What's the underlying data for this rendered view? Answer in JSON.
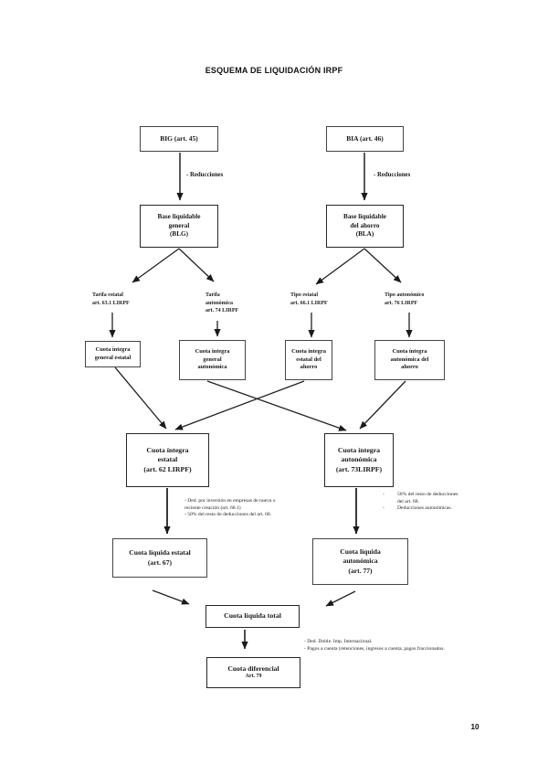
{
  "title": "ESQUEMA DE LIQUIDACIÓN IRPF",
  "page_number": "10",
  "flow": {
    "big": "BIG (art. 45)",
    "bia": "BIA (art. 46)",
    "reducciones_left": "- Reducciones",
    "reducciones_right": "- Reducciones",
    "base_liquidable_general": "Base liquidable\ngeneral\n(BLG)",
    "base_liquidable_ahorro": "Base liquidable\ndel ahorro\n(BLA)",
    "tarifa_estatal": "Tarifa estatal\nart. 63.1 LIRPF",
    "tarifa_autonomica": "Tarifa\nautonómica\nart. 74 LIRPF",
    "tipo_estatal": "Tipo estatal\nart. 66.1 LIRPF",
    "tipo_autonomico": "Tipo autonómico\nart. 76 LIRPF",
    "cuota_integra_general_estatal": "Cuota íntegra\ngeneral estatal",
    "cuota_integra_general_autonomica": "Cuota íntegra\ngeneral\nautonómica",
    "cuota_integra_estatal_ahorro": "Cuota íntegra\nestatal del\nahorro",
    "cuota_integra_autonomica_ahorro": "Cuota íntegra\nautonómica del\nahorro",
    "cuota_integra_estatal": "Cuota íntegra\nestatal\n(art. 62 LIRPF)",
    "cuota_integra_autonomica": "Cuota íntegra\nautonómica\n(art. 73LIRPF)",
    "cuota_liquida_estatal": "Cuota líquida estatal\n(art. 67)",
    "cuota_liquida_autonomica": "Cuota líquida\nautonómica\n(art. 77)",
    "cuota_liquida_total": "Cuota líquida total",
    "cuota_diferencial_title": "Cuota diferencial",
    "cuota_diferencial_sub": "Art. 79"
  },
  "notes": {
    "bullet": "-",
    "estatal_deductions": [
      "- Ded. por inversión en empresas de nueva o reciente creación (art. 68.1)",
      "- 50% del resto de deducciones del art. 68."
    ],
    "autonomica_deductions": [
      "50% del resto de deducciones del art. 68.",
      "Deducciones autonómicas."
    ],
    "final_deductions": [
      "- Ded. Doble. Imp. Internacional.",
      "- Pagos a cuenta (retenciones, ingresos a cuenta, pagos fraccionados."
    ]
  }
}
